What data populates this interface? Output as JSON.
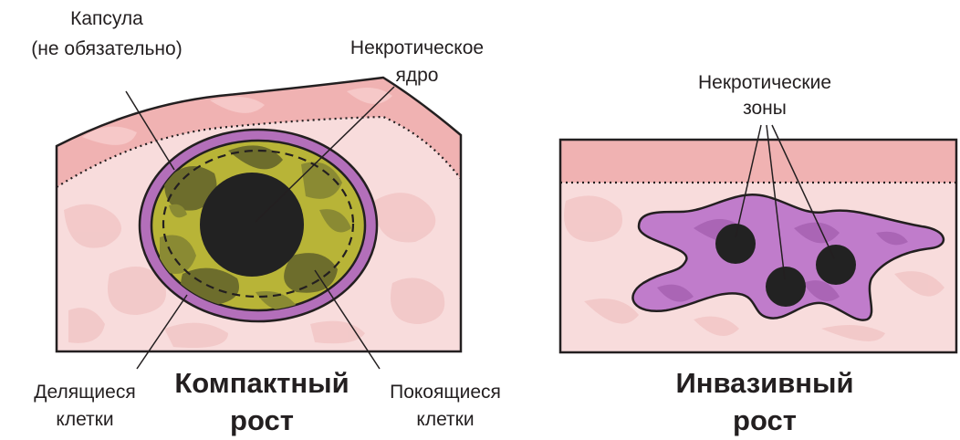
{
  "left_panel": {
    "labels": {
      "capsule_line1": "Капсула",
      "capsule_line2": "(не обязательно)",
      "necrotic_core_line1": "Некротическое",
      "necrotic_core_line2": "ядро",
      "dividing_line1": "Делящиеся",
      "dividing_line2": "клетки",
      "resting_line1": "Покоящиеся",
      "resting_line2": "клетки"
    },
    "title_line1": "Компактный",
    "title_line2": "рост"
  },
  "right_panel": {
    "labels": {
      "necrotic_zones_line1": "Некротические",
      "necrotic_zones_line2": "зоны"
    },
    "title_line1": "Инвазивный",
    "title_line2": "рост"
  },
  "colors": {
    "tissue_pink": "#f8dcdc",
    "tissue_blotch": "#f2c6c6",
    "epithelium": "#f0b2b2",
    "capsule": "#b36fba",
    "tumor_olive": "#b8b437",
    "tumor_dark": "#6d6d2c",
    "necrosis": "#222222",
    "invasive_tumor": "#c07ccb",
    "invasive_dark": "#a45fb0"
  }
}
